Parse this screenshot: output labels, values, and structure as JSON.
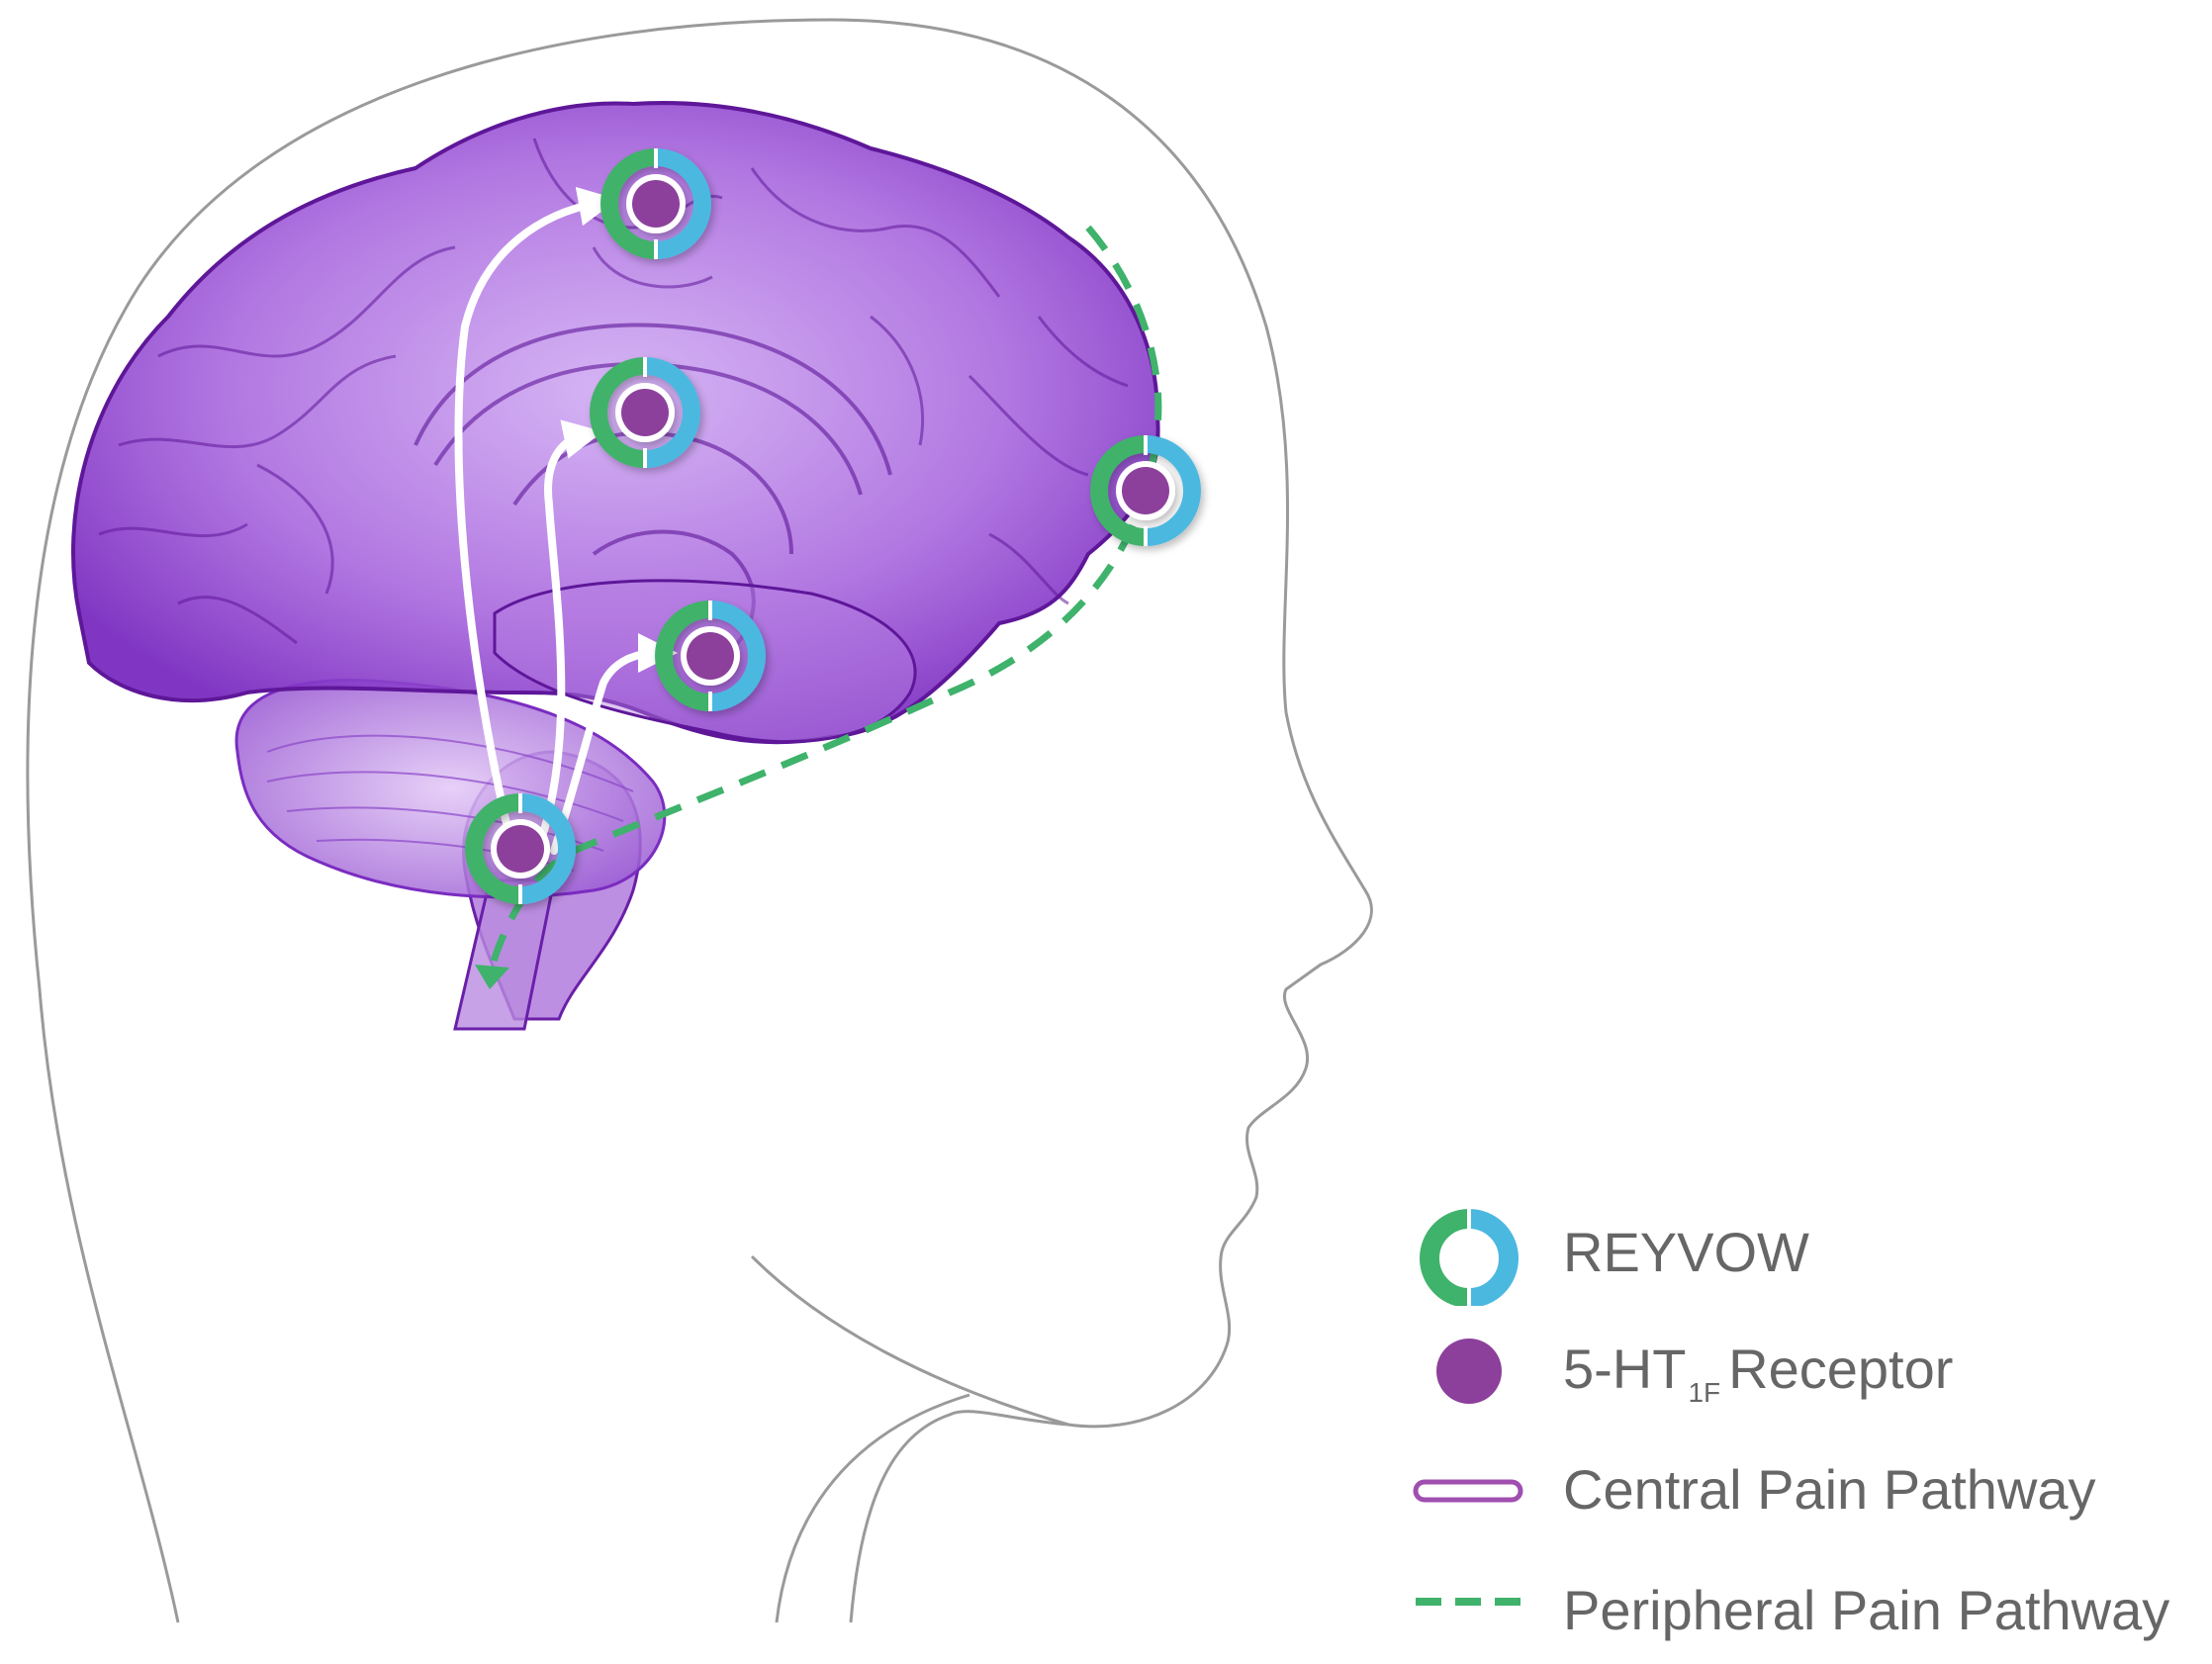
{
  "colors": {
    "brain_fill": "#9b4fd6",
    "brain_edge": "#6a1fa8",
    "receptor": "#8c3f9b",
    "ring_green": "#3fb26b",
    "ring_blue": "#4bb8e0",
    "peripheral_pathway": "#3fb26b",
    "central_pathway": "#ffffff",
    "central_pathway_legend_edge": "#a04fb0",
    "head_outline": "#9a9a9a",
    "legend_text": "#666666"
  },
  "icons": {
    "reyvow": "reyvow-ring-icon",
    "receptor": "receptor-dot-icon",
    "central": "central-pathway-line-icon",
    "peripheral": "peripheral-pathway-dash-icon"
  },
  "legend": {
    "reyvow_label": "REYVOW",
    "receptor_label_prefix": "5-HT",
    "receptor_label_sub": "1F",
    "receptor_label_suffix": "Receptor",
    "central_label": "Central Pain Pathway",
    "peripheral_label": "Peripheral Pain Pathway"
  }
}
